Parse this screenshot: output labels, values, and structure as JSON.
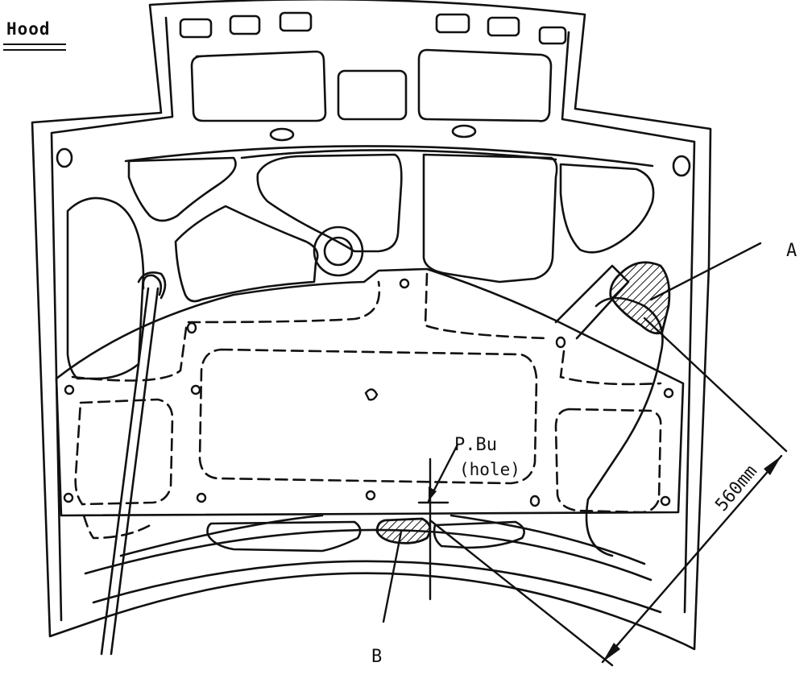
{
  "title": "Hood",
  "labels": {
    "a": "A",
    "b": "B",
    "hole_line1": "P.Bu",
    "hole_line2": "(hole)",
    "dimension": "560mm"
  },
  "colors": {
    "ink": "#111111",
    "paper": "#ffffff"
  }
}
